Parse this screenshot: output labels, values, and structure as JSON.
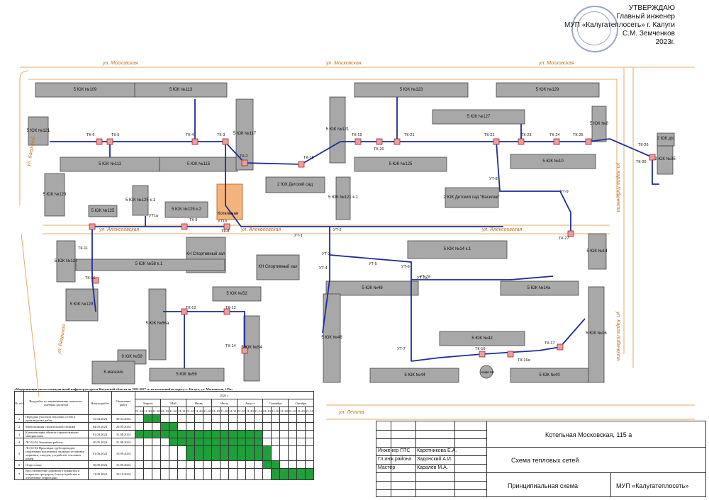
{
  "approval": {
    "line1": "УТВЕРЖДАЮ",
    "line2": "Главный инженер",
    "line3": "МУП «Калугатеплосеть» г. Калуги",
    "line4": "С.М. Земченков",
    "line5": "2023г."
  },
  "streets": {
    "moskovskaya1": "ул. Московская",
    "moskovskaya2": "ул. Московская",
    "moskovskaya3": "ул. Московская",
    "alekseevskaya1": "ул. Алексеевская",
    "alekseevskaya2": "ул. Алексеевская",
    "alekseevskaya3": "ул. Алексеевская",
    "bagrinaya1": "ул. Багриной",
    "bagrinaya2": "ул. Багриной",
    "luxemburg1": "ул. Карла Либкнехта",
    "luxemburg2": "ул. Карла Либкнехта",
    "lenina": "ул. Ленина"
  },
  "buildings": [
    {
      "name": "5 ЮК",
      "num": "№109"
    },
    {
      "name": "5 ЮК",
      "num": "№113"
    },
    {
      "name": "5 ЮК",
      "num": "№121"
    },
    {
      "name": "5 ЮК",
      "num": "№111"
    },
    {
      "name": "5 ЮК",
      "num": "№115"
    },
    {
      "name": "5 ЮК",
      "num": "№117"
    },
    {
      "name": "5 ЮК",
      "num": "№123"
    },
    {
      "name": "5 ЮК",
      "num": "№129"
    },
    {
      "name": "5 ЮК",
      "num": "№127"
    },
    {
      "name": "5 ЮК",
      "num": "№8"
    },
    {
      "name": "5 ЮК",
      "num": "№10"
    },
    {
      "name": "5 ЮК",
      "num": "№121"
    },
    {
      "name": "5 ЮК",
      "num": "№125"
    },
    {
      "name": "2 ЮК",
      "num": "Детский сад"
    },
    {
      "name": "5 ЮК",
      "num": "№121 к.1"
    },
    {
      "name": "2 ЮК",
      "num": "Детский сад \"Василек\""
    },
    {
      "name": "5 ЮК",
      "num": "№123"
    },
    {
      "name": "5 ЮК",
      "num": "№125"
    },
    {
      "name": "5 ЮК",
      "num": "№125 к.1"
    },
    {
      "name": "5 ЮК",
      "num": "№125 к.2"
    },
    {
      "name": "5 ЮК",
      "num": "№127"
    },
    {
      "name": "КН",
      "num": "Спортивный зал"
    },
    {
      "name": "КН",
      "num": "Спортивный зал"
    },
    {
      "name": "5 ЮК",
      "num": "№58 к.1"
    },
    {
      "name": "5 ЮК",
      "num": "№14 к.1"
    },
    {
      "name": "5 ЮК",
      "num": "№14"
    },
    {
      "name": "5 ЮК",
      "num": "№48"
    },
    {
      "name": "5 ЮК",
      "num": "№14а"
    },
    {
      "name": "5 ЮК",
      "num": "№129"
    },
    {
      "name": "5 ЮК",
      "num": "№52"
    },
    {
      "name": "5 ЮК",
      "num": "№56а"
    },
    {
      "name": "5 ЮК",
      "num": "№54"
    },
    {
      "name": "5 ЮК",
      "num": "№56"
    },
    {
      "name": "5 ЮК",
      "num": "№46"
    },
    {
      "name": "5 ЮК",
      "num": "№44"
    },
    {
      "name": "5 ЮК",
      "num": "№42"
    },
    {
      "name": "5 ЮК",
      "num": "№40"
    },
    {
      "name": "5 ЮК",
      "num": "№16"
    },
    {
      "name": "9 ЮК",
      "num": "№58"
    },
    {
      "name": "К",
      "num": "магазин"
    },
    {
      "name": "2 ЮК",
      "num": "д/с"
    },
    {
      "name": "2 ЮК",
      "num": "№35"
    }
  ],
  "boiler": {
    "label": "Котельная"
  },
  "cafe": {
    "label": "кафе КН"
  },
  "nodes": [
    "ТК-6",
    "ТК-5",
    "ТК-4",
    "ТК-3",
    "ТК-2",
    "ТК-18",
    "ТК-19",
    "ТК-20",
    "ТК-21",
    "ТК-22",
    "ТК-23",
    "ТК-24",
    "ТК-25",
    "ТК-26",
    "ТК-26",
    "УТ-8",
    "УТ-9",
    "ТК-27",
    "УТ-1",
    "УТ-2",
    "УТ-3",
    "УТ-4",
    "УТ-5",
    "УТ-6",
    "УТ-7а",
    "ТК-8",
    "УТ1б",
    "УТ1а",
    "ТК-9",
    "ТК-11",
    "ТК-15",
    "ТК-12",
    "ТК-13",
    "ТК-14",
    "УТ-7",
    "ТК-16",
    "ТК-16а",
    "ТК-17",
    "УТ-7а"
  ],
  "schedule": {
    "title": "«Модернизация систем коммунальной инфраструктуры в Калужской области на 2023-2027 гг. на котельной по адресу: г. Калуга, ул. Московская, 115а»",
    "year_label": "2024 г.",
    "col_num": "№ п/п",
    "col_work": "Вид работ по наименованию локально-сметных расчетов",
    "col_start": "Начало работ",
    "col_end": "Окончание работ",
    "months": [
      "Апрель",
      "Май",
      "Июнь",
      "Июль",
      "Август",
      "Сентябрь",
      "Октябрь"
    ],
    "decades": [
      "01-10",
      "11-20",
      "21-30",
      "01-10",
      "11-20",
      "21-31",
      "01-10",
      "11-20",
      "21-30",
      "01-10",
      "11-20",
      "21-31",
      "01-10",
      "11-20",
      "21-31",
      "01-10",
      "11-20",
      "21-30",
      "01-10",
      "11-20",
      "21-31"
    ],
    "rows": [
      {
        "n": "1",
        "task": "Передача участков тепловых сетей в производство работ",
        "start": "15.04.2024",
        "end": "30.04.2024",
        "from": 1,
        "to": 2
      },
      {
        "n": "2",
        "task": "Мобилизация строительной техники",
        "start": "04.05.2024",
        "end": "20.05.2024",
        "from": 3,
        "to": 4
      },
      {
        "n": "3",
        "task": "Комплектация объекта строительными материалами",
        "start": "01.04.2024",
        "end": "31.08.2024",
        "from": 0,
        "to": 14
      },
      {
        "n": "4",
        "task": "ЛС 02-04 Земляные работы",
        "start": "20.05.2024",
        "end": "31.08.2024",
        "from": 4,
        "to": 14
      },
      {
        "n": "5",
        "task": "ЛС 02-04 Прокладка трубопроводов (надземная/подземная), включая установку задвижек, отводов, устройство тепловых камер",
        "start": "01.06.2024",
        "end": "10.09.2024",
        "from": 6,
        "to": 15
      },
      {
        "n": "6",
        "task": "Опрессовка",
        "start": "10.09.2024",
        "end": "15.09.2024",
        "from": 15,
        "to": 16
      },
      {
        "n": "7",
        "task": "Восстановление дорожного покрытия и покрытия тротуаров, благоустройство и озеленение территории",
        "start": "11.09.2024",
        "end": "30.10.2024",
        "from": 16,
        "to": 20
      }
    ]
  },
  "stamp": {
    "title": "Котельная Московская, 115 а",
    "scheme": "Схема тепловых сетей",
    "type": "Принципиальная схема",
    "org": "МУП «Калугатеплосеть»",
    "people": [
      {
        "role": "Инженер ПТС",
        "name": "Каретникова Е.А."
      },
      {
        "role": "Гл.инж.района",
        "name": "Задонский А.И."
      },
      {
        "role": "Мастер",
        "name": "Каралев М.А."
      }
    ]
  }
}
